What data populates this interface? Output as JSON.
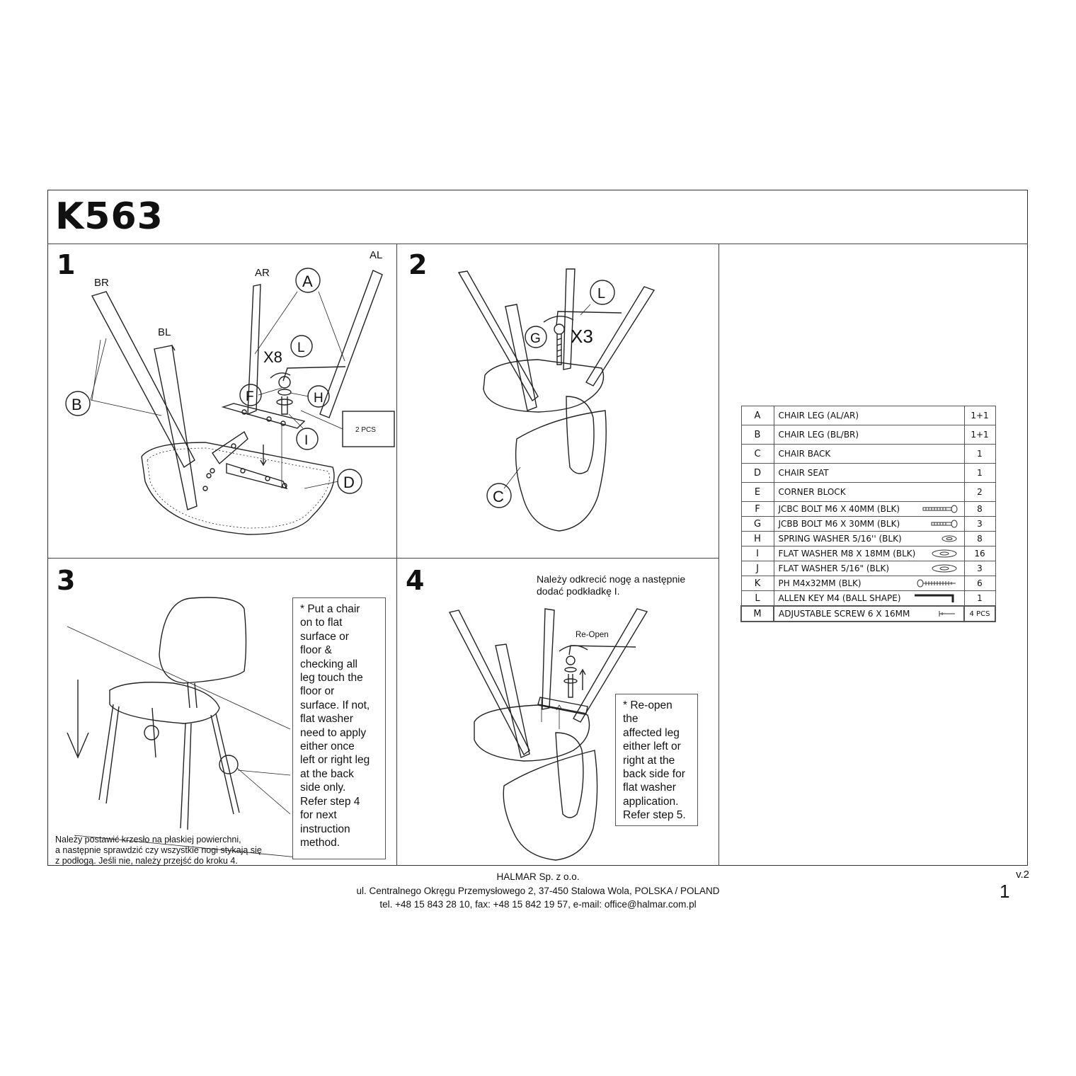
{
  "header": {
    "model": "K563"
  },
  "steps": {
    "s1": {
      "num": "1",
      "labels": {
        "BR": "BR",
        "BL": "BL",
        "AR": "AR",
        "AL": "AL",
        "X8": "X8",
        "A": "A",
        "B": "B",
        "D": "D",
        "F": "F",
        "H": "H",
        "I": "I",
        "L": "L",
        "pcs": "2 PCS"
      }
    },
    "s2": {
      "num": "2",
      "labels": {
        "L": "L",
        "G": "G",
        "X3": "X3",
        "C": "C"
      }
    },
    "s3": {
      "num": "3",
      "note_en": "* Put a chair\non to flat\nsurface or\nfloor &\nchecking all\nleg touch the\nfloor or\nsurface. If not,\nflat washer\nneed to apply\neither once\nleft or right leg\nat the back\nside only.\nRefer step 4\nfor next\ninstruction\nmethod.",
      "note_pl": "Należy postawić krzesło na płaskiej powierchni,\na następnie sprawdzić czy wszystkie nogi stykają się\nz podłogą. Jeśli nie, należy przejść do kroku 4."
    },
    "s4": {
      "num": "4",
      "note_pl": "Należy odkrecić nogę a następnie\ndodać podkładkę I.",
      "reopen": "Re-Open",
      "note_en": "* Re-open the\naffected leg\neither left or\nright at the\nback side for\nflat washer\napplication.\nRefer step 5."
    }
  },
  "parts": [
    {
      "letter": "A",
      "desc": "CHAIR LEG (AL/AR)",
      "icon": "",
      "qty": "1+1"
    },
    {
      "letter": "B",
      "desc": "CHAIR LEG (BL/BR)",
      "icon": "",
      "qty": "1+1"
    },
    {
      "letter": "C",
      "desc": "CHAIR BACK",
      "icon": "",
      "qty": "1"
    },
    {
      "letter": "D",
      "desc": "CHAIR SEAT",
      "icon": "",
      "qty": "1"
    },
    {
      "letter": "E",
      "desc": "CORNER BLOCK",
      "icon": "",
      "qty": "2"
    },
    {
      "letter": "F",
      "desc": "JCBC BOLT M6 X 40MM (BLK)",
      "icon": "bolt-long-icon",
      "qty": "8"
    },
    {
      "letter": "G",
      "desc": "JCBB BOLT  M6 X 30MM (BLK)",
      "icon": "bolt-short-icon",
      "qty": "3"
    },
    {
      "letter": "H",
      "desc": "SPRING WASHER 5/16'' (BLK)",
      "icon": "spring-washer-icon",
      "qty": "8"
    },
    {
      "letter": "I",
      "desc": "FLAT WASHER M8 X 18MM (BLK)",
      "icon": "flat-washer-icon",
      "qty": "16"
    },
    {
      "letter": "J",
      "desc": "FLAT WASHER 5/16\" (BLK)",
      "icon": "flat-washer-icon",
      "qty": "3"
    },
    {
      "letter": "K",
      "desc": "PH M4x32MM (BLK)",
      "icon": "screw-icon",
      "qty": "6"
    },
    {
      "letter": "L",
      "desc": "ALLEN KEY M4 (BALL SHAPE)",
      "icon": "allen-key-icon",
      "qty": "1"
    },
    {
      "letter": "M",
      "desc": "ADJUSTABLE SCREW 6 X 16MM",
      "icon": "adjustable-screw-icon",
      "qty": "4 PCS"
    }
  ],
  "footer": {
    "company": "HALMAR Sp. z o.o.",
    "address": "ul. Centralnego Okręgu Przemysłowego 2, 37-450 Stalowa Wola, POLSKA / POLAND",
    "contact": "tel. +48 15 843 28 10, fax: +48 15 842 19 57, e-mail: office@halmar.com.pl",
    "version": "v.2",
    "page": "1"
  }
}
